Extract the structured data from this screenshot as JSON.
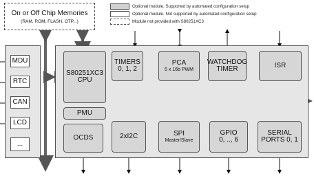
{
  "memories": {
    "title": "On or Off Chip Memories",
    "subtitle": "(RAM, ROM, FLASH, OTP...)"
  },
  "legend": [
    {
      "style": "grey",
      "text": "Optional module. Supported by automated configuration setup"
    },
    {
      "style": "white",
      "text": "Optional module. Not supported by automated configuration setup"
    },
    {
      "style": "dashed",
      "text": "Module not provided with S80251XC3"
    }
  ],
  "left_modules": [
    "MDU",
    "RTC",
    "CAN",
    "LCD",
    "..."
  ],
  "cpu": {
    "title": "S80251XC3",
    "subtitle": "CPU"
  },
  "pmu": "PMU",
  "ocds": "OCDS",
  "top_blocks": {
    "timers": {
      "title": "TIMERS",
      "sub": "0, 1, 2"
    },
    "pca": {
      "title": "PCA",
      "sub": "5 x 16b PWM"
    },
    "watchdog": {
      "title": "WATCHDOG\nTIMER"
    },
    "isr": {
      "title": "ISR"
    }
  },
  "bottom_blocks": {
    "i2c": {
      "title": "2xI2C"
    },
    "spi": {
      "title": "SPI",
      "sub": "Master/Slave"
    },
    "gpio": {
      "title": "GPIO",
      "sub": "0, .., 6"
    },
    "serial": {
      "title": "SERIAL\nPORTS 0, 1"
    }
  }
}
